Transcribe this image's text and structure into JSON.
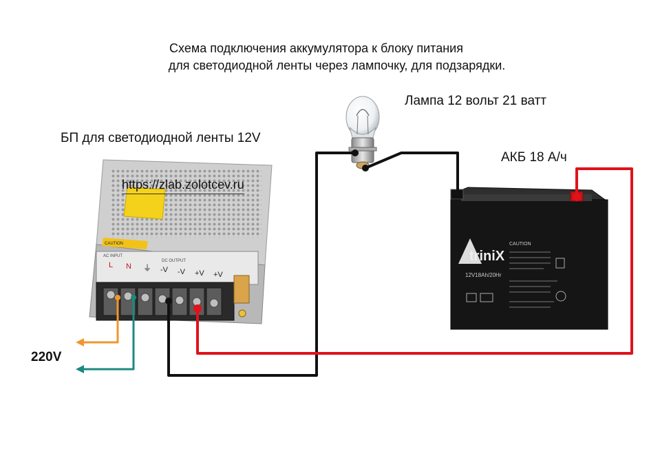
{
  "title": {
    "line1": "Схема подключения аккумулятора к блоку питания",
    "line2": "для светодиодной ленты через лампочку, для подзарядки."
  },
  "labels": {
    "psu": "БП для светодиодной ленты 12V",
    "lamp": "Лампа 12 вольт 21 ватт",
    "battery": "АКБ 18 А/ч",
    "url": "https://zlab.zolotcev.ru",
    "mains": "220V"
  },
  "psu_terminals": [
    "L",
    "N",
    "⏚",
    "-V",
    "-V",
    "+V",
    "+V"
  ],
  "psu_print": {
    "ac_input": "AC INPUT",
    "dc_output": "DC OUTPUT",
    "caution": "CAUTION"
  },
  "battery_print": {
    "brand": "triniX",
    "model": "12V18Ah/20Hr",
    "caution": "CAUTION"
  },
  "colors": {
    "positive_wire": "#e0121a",
    "negative_wire": "#111111",
    "line_wire": "#f0962e",
    "neutral_wire": "#1a8a80"
  }
}
